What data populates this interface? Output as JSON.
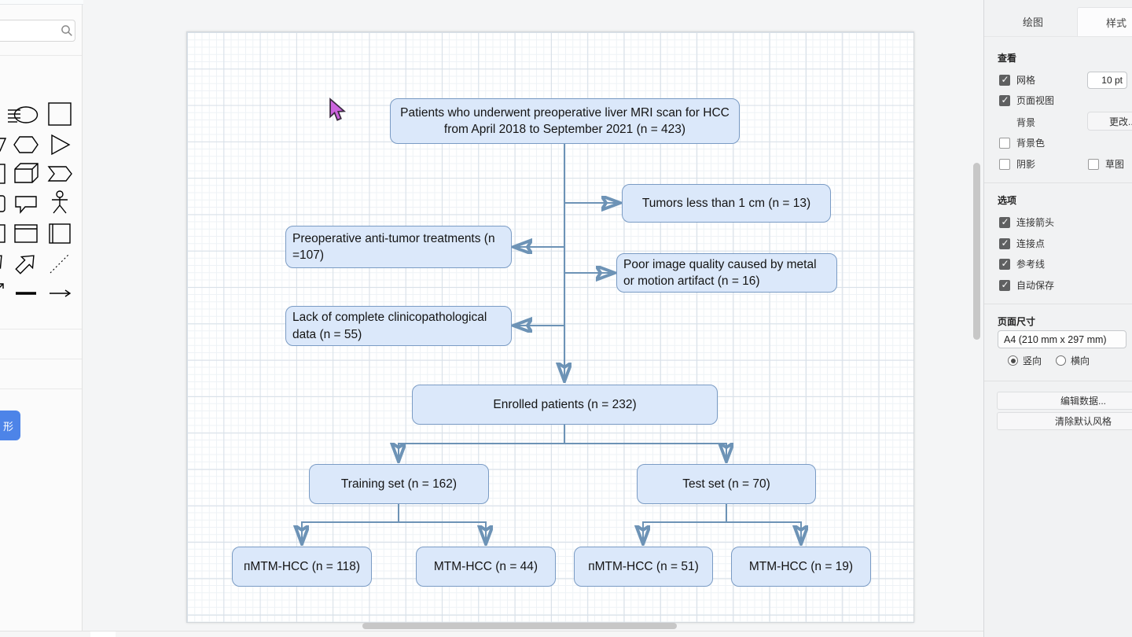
{
  "sidebar": {
    "search_value": "",
    "more_shapes_label": "形",
    "shapes": [
      "text",
      "ellipse",
      "square",
      "parallelogram",
      "hexagon",
      "triangle",
      "cylinder",
      "cube",
      "step",
      "rounded-rectangle",
      "callout",
      "actor",
      "rectangle",
      "container",
      "vertical-container",
      "bidirectional-arrow",
      "arrow-northeast",
      "dashed-line",
      "directional-arrow",
      "bold-line",
      "thin-arrow"
    ]
  },
  "panel": {
    "tabs": {
      "diagram": "绘图",
      "style": "样式"
    },
    "view": {
      "title": "查看",
      "grid": "网格",
      "grid_size": "10 pt",
      "page_view": "页面视图",
      "background": "背景",
      "change_button": "更改...",
      "background_color": "背景色",
      "shadow": "阴影",
      "sketch": "草图"
    },
    "options": {
      "title": "选项",
      "items": [
        "连接箭头",
        "连接点",
        "参考线",
        "自动保存"
      ]
    },
    "page_size": {
      "title": "页面尺寸",
      "value": "A4 (210 mm x 297 mm)",
      "portrait": "竖向",
      "landscape": "横向"
    },
    "buttons": {
      "edit_data": "编辑数据...",
      "clear_default_style": "清除默认风格"
    }
  },
  "diagram": {
    "accent_fill": "#dbe8fa",
    "accent_border": "#7a9bc4",
    "connector_color": "#6d93b6",
    "nodes": [
      {
        "id": "mri-patients",
        "label": "Patients who underwent preoperative liver MRI scan for HCC from April 2018 to September 2021 (n = 423)"
      },
      {
        "id": "tumors-small",
        "label": "Tumors less than 1 cm (n = 13)"
      },
      {
        "id": "preop-treatments",
        "label": "Preoperative anti-tumor treatments (n =107)"
      },
      {
        "id": "poor-image",
        "label": "Poor image quality caused by metal or motion artifact (n = 16)"
      },
      {
        "id": "lack-data",
        "label": "Lack of complete clinicopathological data (n = 55)"
      },
      {
        "id": "enrolled",
        "label": "Enrolled patients (n = 232)"
      },
      {
        "id": "training-set",
        "label": "Training set (n = 162)"
      },
      {
        "id": "test-set",
        "label": "Test set (n = 70)"
      },
      {
        "id": "nmtm-train",
        "label": "пMTM-HCC (n = 118)"
      },
      {
        "id": "mtm-train",
        "label": "MTM-HCC (n = 44)"
      },
      {
        "id": "nmtm-test",
        "label": "пMTM-HCC (n = 51)"
      },
      {
        "id": "mtm-test",
        "label": "MTM-HCC (n = 19)"
      }
    ]
  }
}
